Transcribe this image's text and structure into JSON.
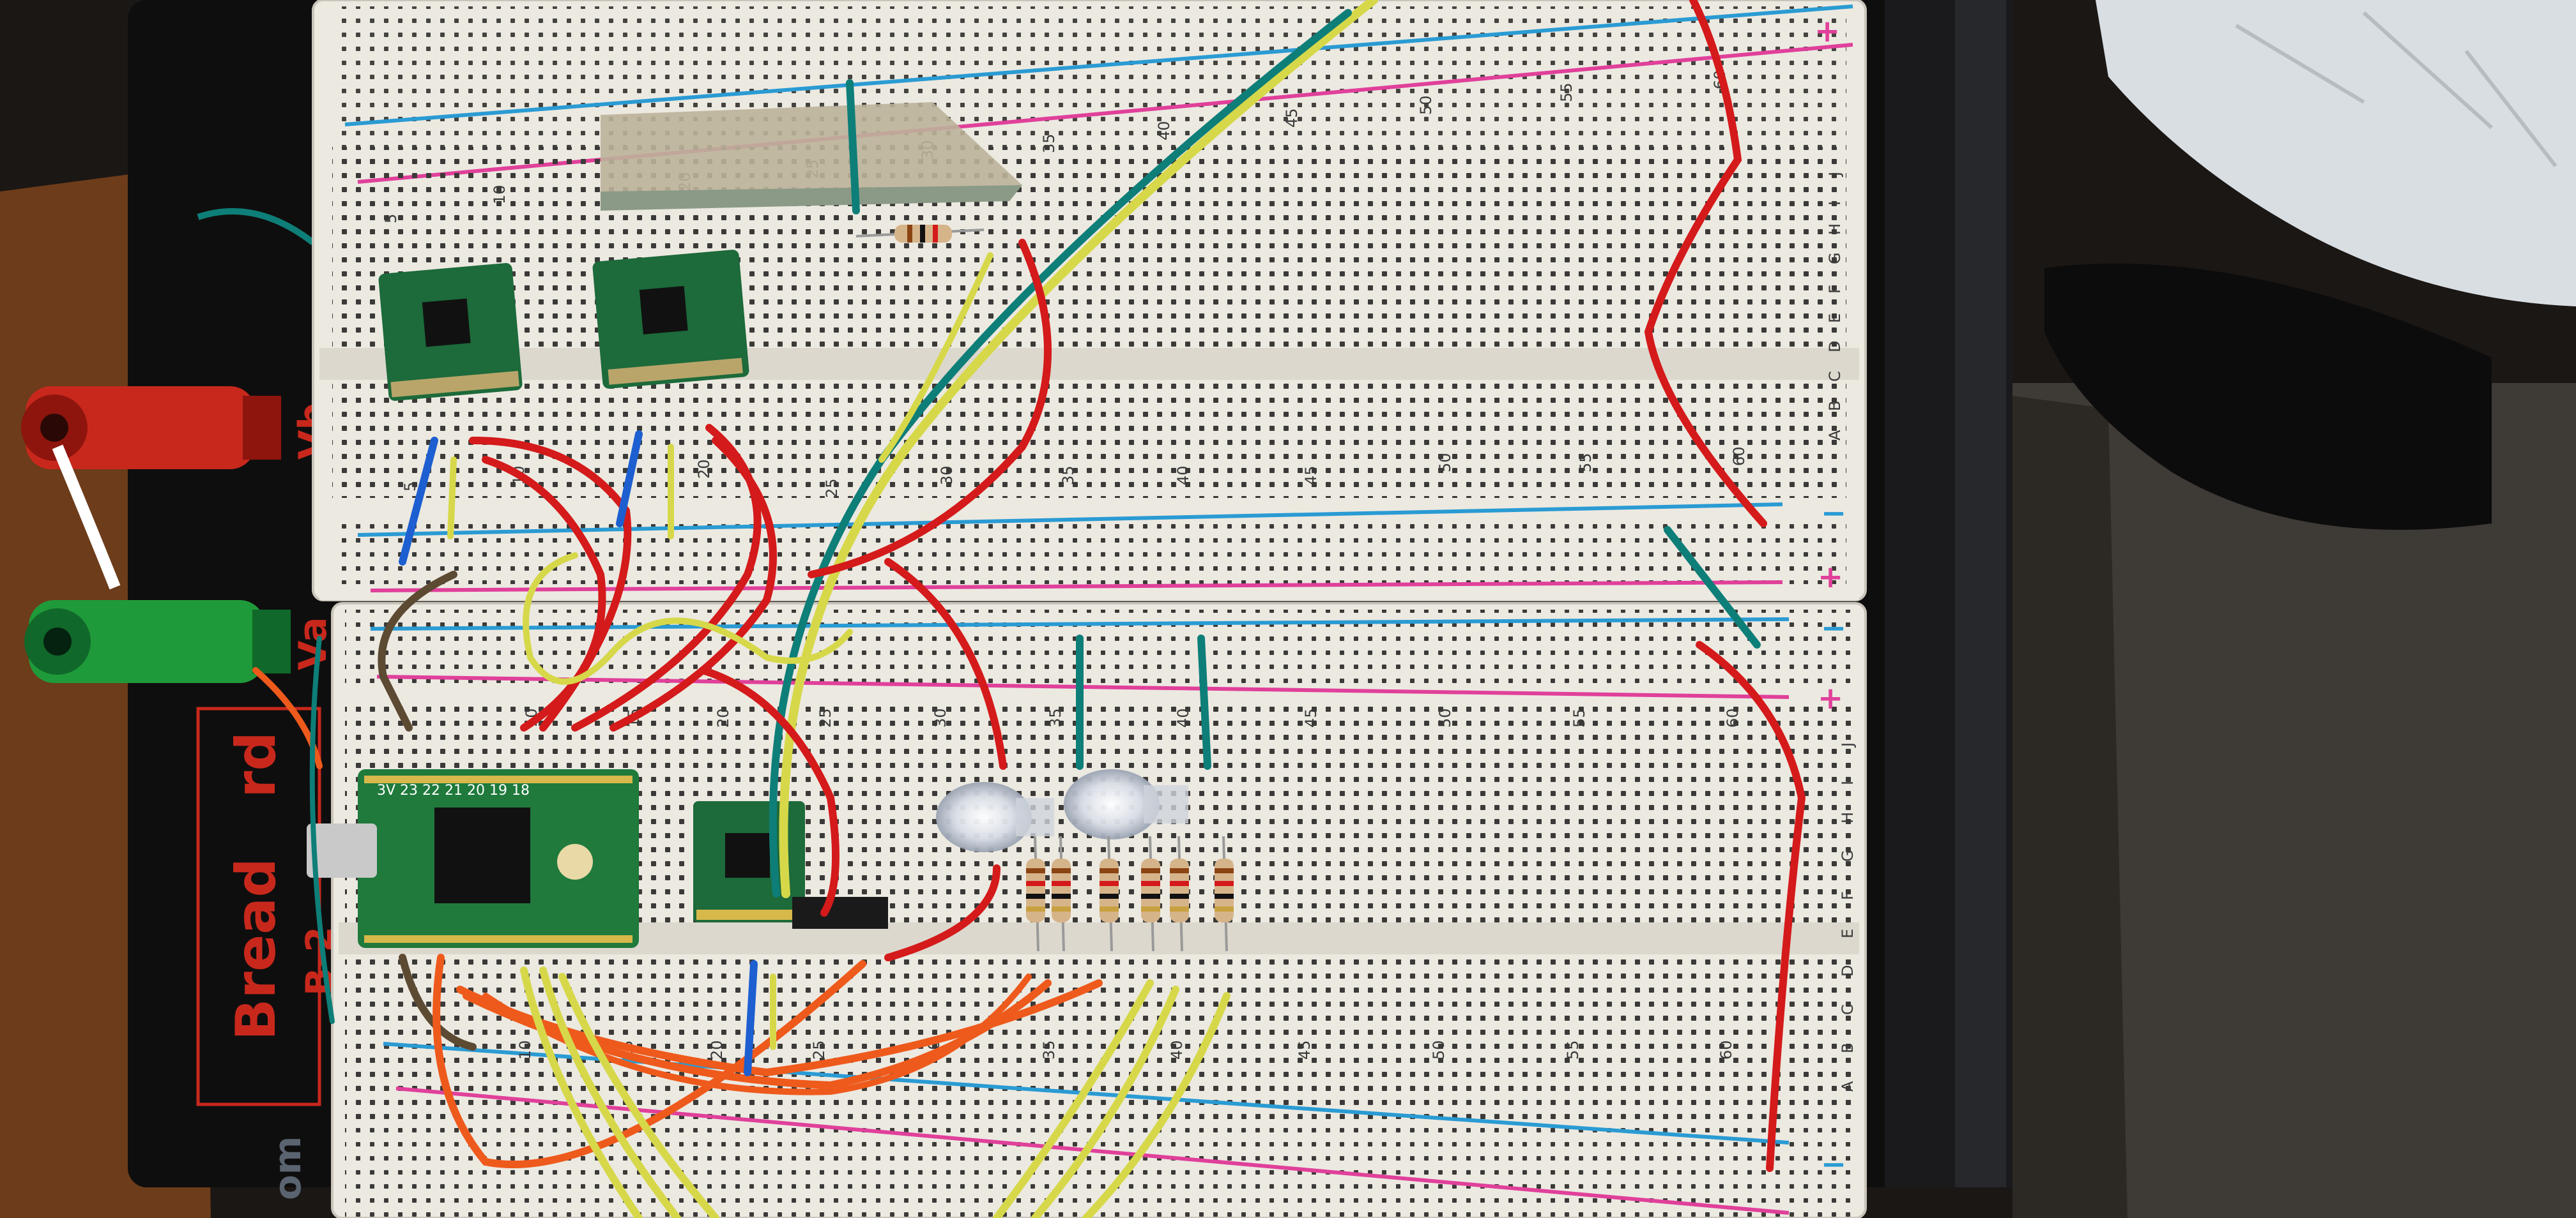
{
  "platform": {
    "brand": "Bread",
    "brand_suffix": "rd",
    "model": "B-2",
    "site_text": "om",
    "terminals": [
      {
        "label": "Vb",
        "color": "#c8281c"
      },
      {
        "label": "Va",
        "color": "#1f9a3a"
      }
    ]
  },
  "breadboards": [
    {
      "rows": [
        "A",
        "B",
        "C",
        "D",
        "E",
        "F",
        "G",
        "H",
        "I",
        "J"
      ],
      "column_labels": [
        "5",
        "10",
        "20",
        "25",
        "30",
        "35",
        "40",
        "45",
        "50",
        "55",
        "60"
      ]
    },
    {
      "rows": [
        "A",
        "B",
        "C",
        "D",
        "E",
        "F",
        "G",
        "H",
        "I",
        "J"
      ],
      "column_labels": [
        "10",
        "15",
        "20",
        "25",
        "30",
        "35",
        "40",
        "45",
        "50",
        "55",
        "60"
      ]
    }
  ],
  "rail_symbols": {
    "minus": "−",
    "plus": "+"
  },
  "microcontroller": {
    "pin_labels": "3V 23 22 21 20 19 18"
  },
  "colors": {
    "board": "#ece9e1",
    "rail_blue": "#2a9bd3",
    "rail_red": "#e0409a",
    "pcb_green": "#1d6a3a",
    "wire_red": "#d41a1a",
    "wire_yellow": "#d6d84a",
    "wire_orange": "#ee5a1c",
    "wire_teal": "#0e7e78",
    "wire_blue": "#1d5fd0",
    "wire_brown": "#5c4a32"
  }
}
